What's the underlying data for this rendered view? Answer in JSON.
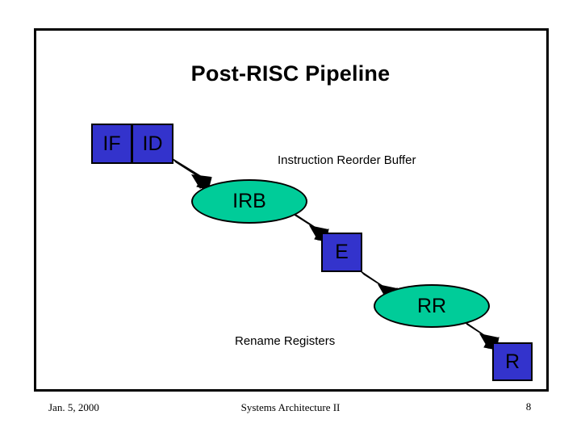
{
  "slide": {
    "title": "Post-RISC Pipeline",
    "stages": [
      {
        "id": "if",
        "label": "IF",
        "shape": "rect",
        "color": "#3333cc"
      },
      {
        "id": "id",
        "label": "ID",
        "shape": "rect",
        "color": "#3333cc"
      },
      {
        "id": "irb",
        "label": "IRB",
        "shape": "ellipse",
        "color": "#00cc99"
      },
      {
        "id": "e",
        "label": "E",
        "shape": "rect",
        "color": "#3333cc"
      },
      {
        "id": "rr",
        "label": "RR",
        "shape": "ellipse",
        "color": "#00cc99"
      },
      {
        "id": "r",
        "label": "R",
        "shape": "rect",
        "color": "#3333cc"
      }
    ],
    "captions": {
      "irb": "Instruction Reorder Buffer",
      "rr": "Rename Registers"
    },
    "arrows": [
      {
        "from": "id",
        "to": "irb"
      },
      {
        "from": "irb",
        "to": "e"
      },
      {
        "from": "e",
        "to": "rr"
      },
      {
        "from": "rr",
        "to": "r"
      }
    ],
    "colors": {
      "box_fill": "#3333cc",
      "ellipse_fill": "#00cc99",
      "outline": "#000000",
      "arrow": "#000000",
      "background": "#ffffff"
    }
  },
  "footer": {
    "date": "Jan. 5, 2000",
    "course": "Systems Architecture II",
    "page_number": "8"
  }
}
